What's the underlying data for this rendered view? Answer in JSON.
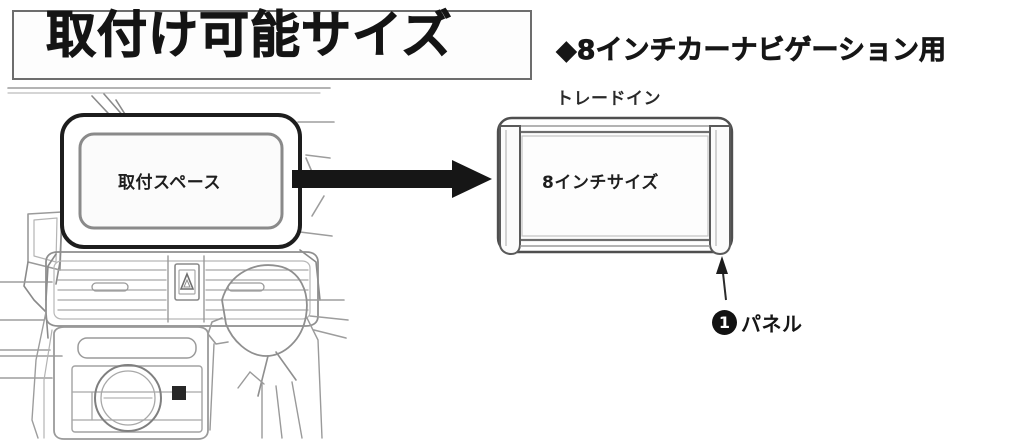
{
  "document": {
    "title_box": {
      "text": "取付け可能サイズ"
    },
    "heading": {
      "text": "◆8インチカーナビゲーション用"
    },
    "left_illustration": {
      "name": "dashboard-line-drawing",
      "space_box_label": "取付スペース"
    },
    "arrow": {
      "name": "transfer-arrow",
      "direction": "right"
    },
    "right_illustration": {
      "caption": "トレードイン",
      "panel_label": "8インチサイズ"
    },
    "callout": {
      "number": "❶",
      "label": "パネル"
    },
    "colors": {
      "ink": "#141414",
      "line": "#6d6d6d",
      "panel_fill": "#ffffff",
      "panel_edge": "#5b5b5b",
      "arrow": "#121212",
      "background": "#ffffff"
    }
  }
}
